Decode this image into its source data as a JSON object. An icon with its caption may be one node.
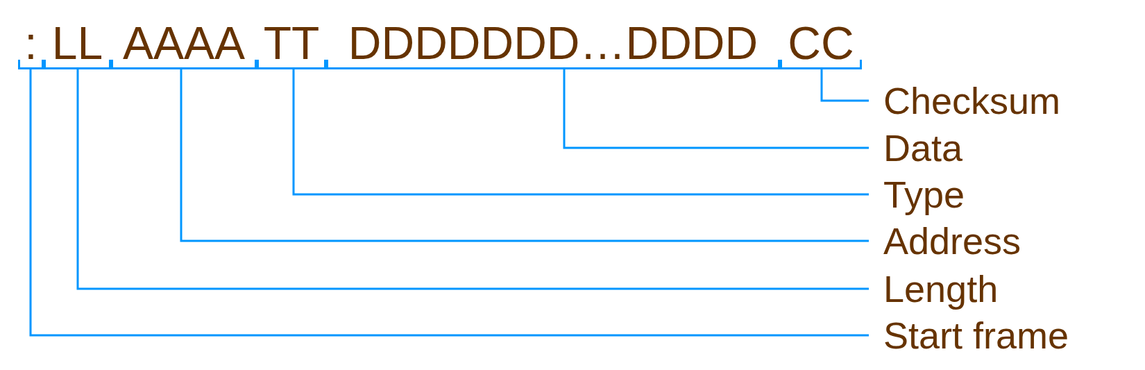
{
  "diagram": {
    "nodes": [
      {
        "text": [],
        "shape": "bracket"
      },
      {
        "text": [],
        "shape": "bracket"
      },
      {
        "text": [],
        "shape": "bracket"
      },
      {
        "text": [],
        "shape": "bracket"
      },
      {
        "text": [],
        "shape": "bracket"
      },
      {
        "text": [],
        "shape": "bracket"
      },
      {
        "text": [
          "Checksum"
        ]
      },
      {
        "text": [
          "Data"
        ]
      },
      {
        "text": [
          "Type"
        ]
      },
      {
        "text": [
          "Address"
        ]
      },
      {
        "text": [
          "Length"
        ]
      },
      {
        "text": [
          "Start frame"
        ]
      }
    ],
    "edges": [
      {
        "from": 6,
        "to": 5,
        "arrow": "none"
      },
      {
        "from": 7,
        "to": 4,
        "arrow": "none"
      },
      {
        "from": 8,
        "to": 3,
        "arrow": "none"
      },
      {
        "from": 9,
        "to": 2,
        "arrow": "none"
      },
      {
        "from": 10,
        "to": 1,
        "arrow": "none"
      },
      {
        "from": 11,
        "to": 0,
        "arrow": "none"
      }
    ],
    "labels": [
      ":",
      "LL",
      "AAAA",
      "TT",
      "DDDDDDD…DDDD",
      "CC"
    ]
  }
}
